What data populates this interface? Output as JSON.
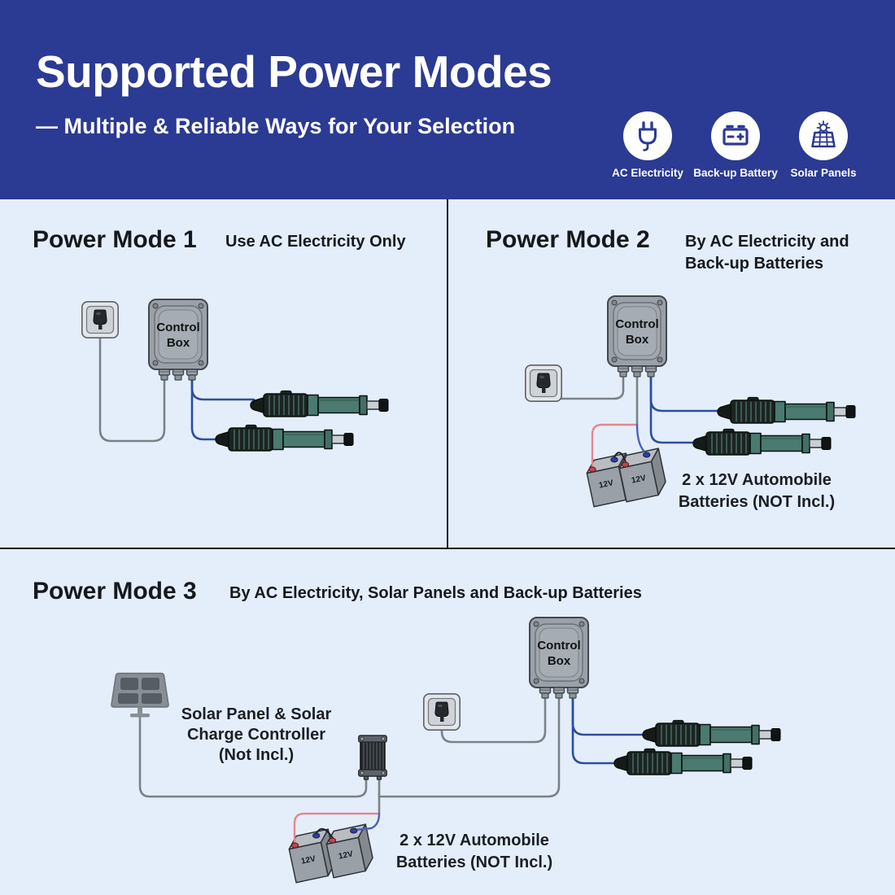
{
  "header": {
    "title": "Supported Power Modes",
    "subtitle": "— Multiple & Reliable Ways for Your Selection",
    "icons": [
      {
        "name": "ac-electricity-icon",
        "label": "AC Electricity"
      },
      {
        "name": "backup-battery-icon",
        "label": "Back-up Battery"
      },
      {
        "name": "solar-panels-icon",
        "label": "Solar Panels"
      }
    ]
  },
  "modes": [
    {
      "title": "Power Mode 1",
      "description": "Use AC Electricity Only"
    },
    {
      "title": "Power Mode 2",
      "description": "By AC Electricity and Back-up Batteries"
    },
    {
      "title": "Power Mode 3",
      "description": "By AC Electricity, Solar Panels and Back-up Batteries"
    }
  ],
  "labels": {
    "control_box": "Control Box",
    "battery_voltage": "12V",
    "battery_note": "2 x 12V Automobile Batteries (NOT Incl.)",
    "solar_note": "Solar Panel & Solar Charge Controller (Not Incl.)"
  },
  "colors": {
    "header_bg": "#2b3a92",
    "panel_bg": "#e4eefb",
    "divider": "#14171c",
    "wire_gray": "#7b8187",
    "wire_blue": "#2c4ea3",
    "wire_red": "#e2888d",
    "battery_wire_blue": "#4d5fc0",
    "actuator_teal": "#4a7a70",
    "terminal_red": "#c2454e",
    "terminal_blue": "#2e3f9f"
  }
}
